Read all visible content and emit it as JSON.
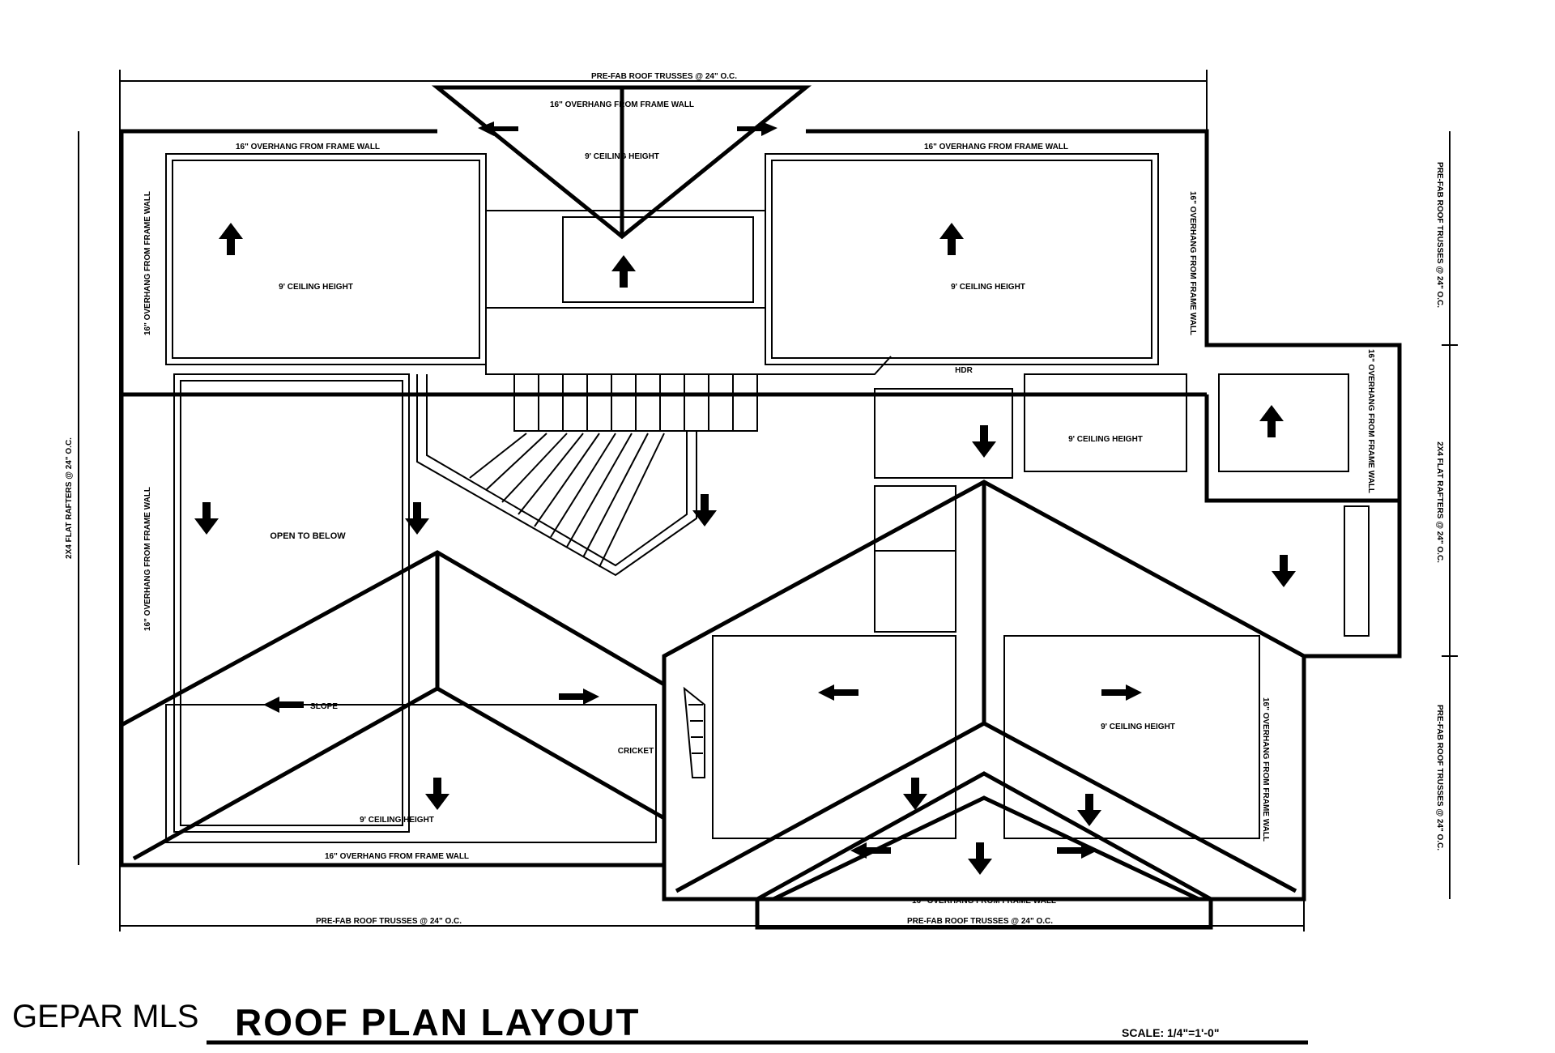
{
  "title": "ROOF PLAN LAYOUT",
  "watermark": "GEPAR MLS",
  "scale": "SCALE: 1/4\"=1'-0\"",
  "notes": {
    "trusses_top": "PRE-FAB ROOF TRUSSES @ 24\" O.C.",
    "trusses_bottom_left": "PRE-FAB ROOF TRUSSES @ 24\" O.C.",
    "trusses_bottom_right": "PRE-FAB ROOF TRUSSES @ 24\" O.C.",
    "trusses_right_top": "PRE-FAB ROOF TRUSSES @ 24\" O.C.",
    "trusses_right_bottom": "PRE-FAB ROOF TRUSSES @ 24\" O.C.",
    "rafters_left": "2X4 FLAT RAFTERS @ 24\" O.C.",
    "rafters_right": "2X4 FLAT RAFTERS @ 24\" O.C.",
    "overhang_top_center": "16\" OVERHANG FROM FRAME WALL",
    "overhang_top_left": "16\" OVERHANG FROM FRAME WALL",
    "overhang_top_right": "16\" OVERHANG FROM FRAME WALL",
    "overhang_bottom_left": "16\" OVERHANG FROM FRAME WALL",
    "overhang_bottom_right": "16\" OVERHANG FROM FRAME WALL",
    "overhang_left_1": "16\" OVERHANG FROM FRAME WALL",
    "overhang_left_2": "16\" OVERHANG FROM FRAME WALL",
    "overhang_right_1": "16\" OVERHANG FROM FRAME WALL",
    "overhang_right_2": "16\" OVERHANG FROM FRAME WALL",
    "overhang_right_3": "16\" OVERHANG FROM FRAME WALL",
    "ceiling_center": "9' CEILING HEIGHT",
    "ceiling_left": "9' CEILING HEIGHT",
    "ceiling_right": "9' CEILING HEIGHT",
    "ceiling_mid_right": "9' CEILING HEIGHT",
    "ceiling_lower_right": "9' CEILING HEIGHT",
    "ceiling_lower_left": "9' CEILING HEIGHT",
    "open_to_below": "OPEN TO BELOW",
    "cricket": "CRICKET",
    "slope": "SLOPE",
    "hdr": "HDR"
  },
  "colors": {
    "ink": "#000000",
    "paper": "#ffffff"
  }
}
